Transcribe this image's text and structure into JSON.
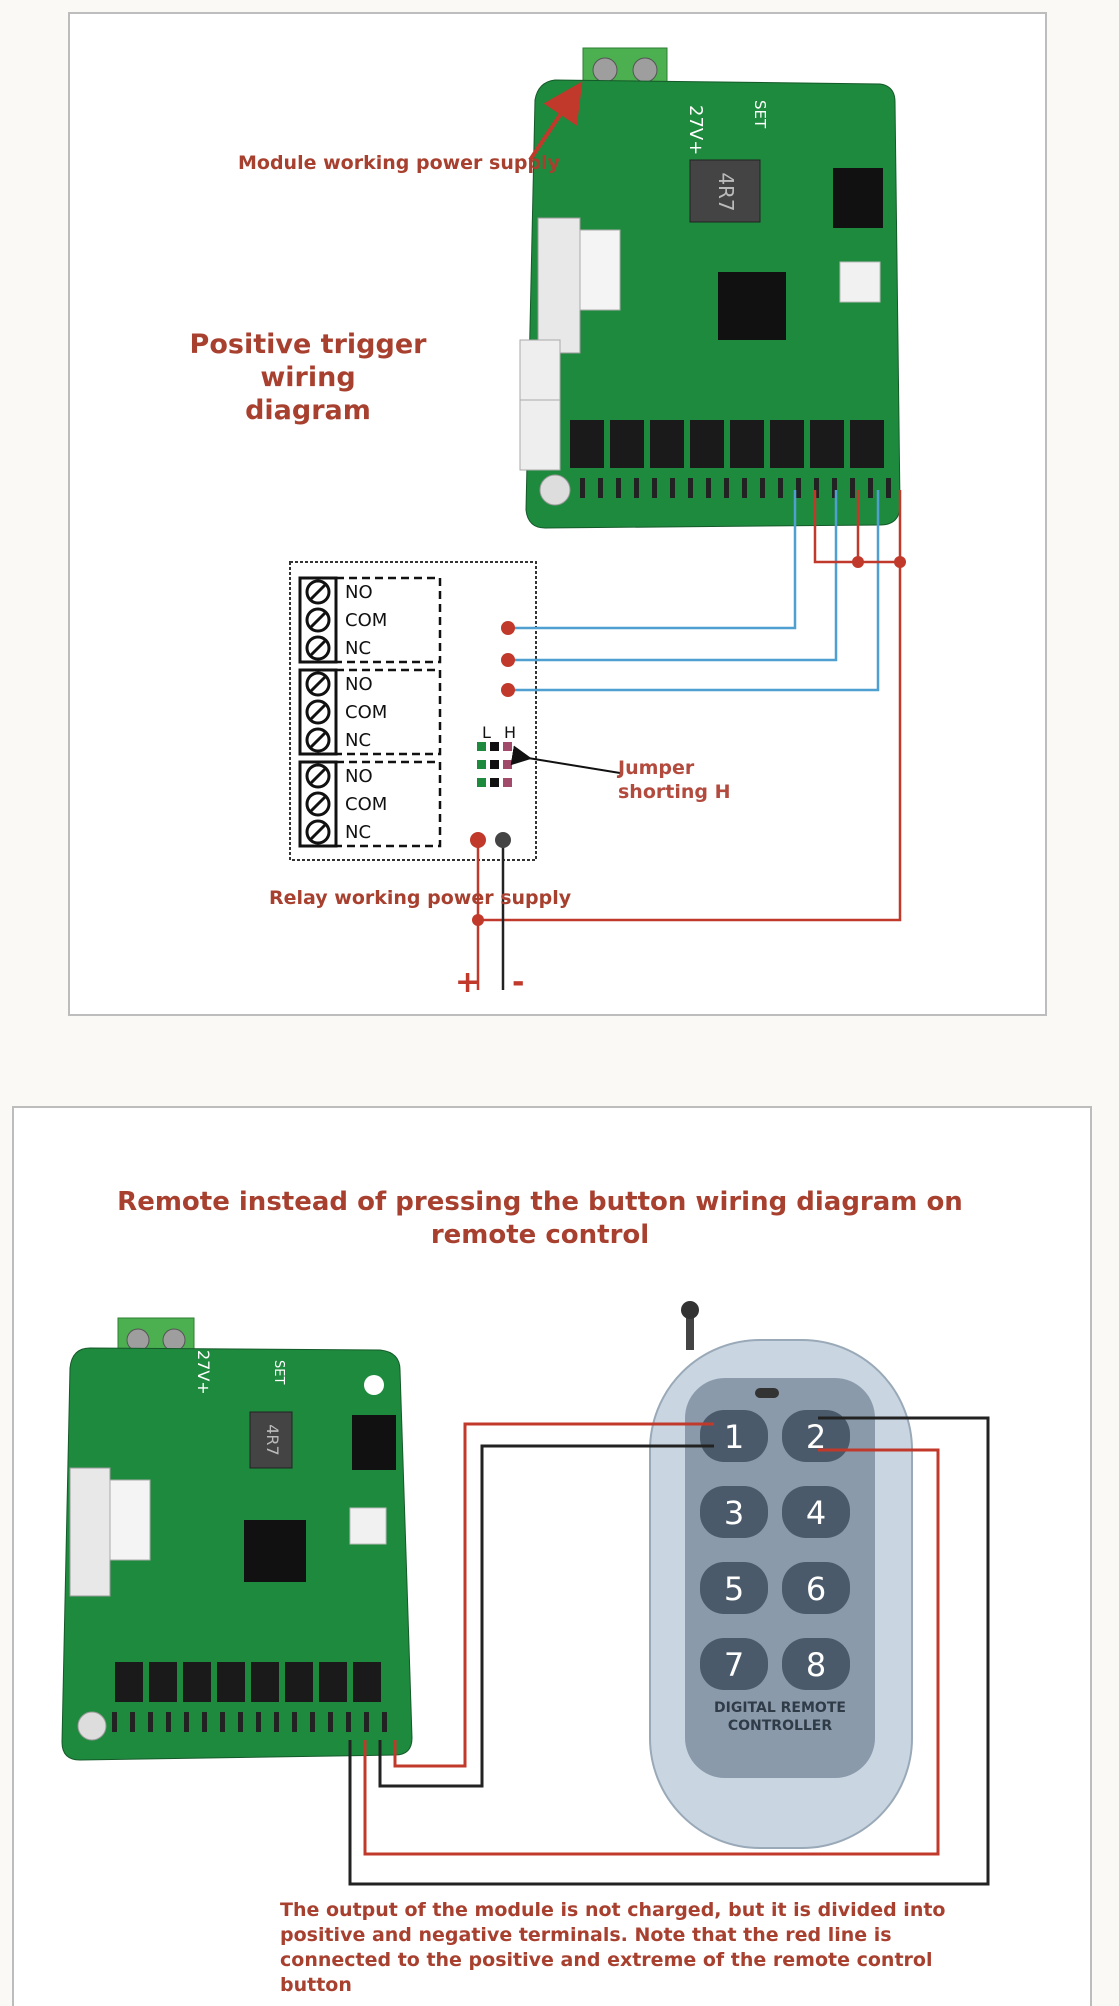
{
  "diagram1": {
    "title_line1": "Positive trigger wiring",
    "title_line2": "diagram",
    "module_power_label": "Module working power supply",
    "relay_power_label": "Relay working power supply",
    "jumper_label_line1": "Jumper",
    "jumper_label_line2": "shorting H",
    "jumper_L": "L",
    "jumper_H": "H",
    "relay_terminals": [
      "NO",
      "COM",
      "NC"
    ],
    "board_voltage": "27V+",
    "board_set": "SET",
    "board_inductor": "4R7",
    "plus": "+",
    "minus": "-"
  },
  "diagram2": {
    "title_line1": "Remote instead of pressing the button wiring diagram on",
    "title_line2": "remote control",
    "remote_buttons": [
      "1",
      "2",
      "3",
      "4",
      "5",
      "6",
      "7",
      "8"
    ],
    "remote_brand_line1": "DIGITAL REMOTE",
    "remote_brand_line2": "CONTROLLER",
    "board_voltage": "27V+",
    "board_set": "SET",
    "board_inductor": "4R7",
    "note_line1": "The output of the module is not charged, but it is divided into",
    "note_line2": "positive and negative terminals. Note that the red line is",
    "note_line3": "connected to the positive and extreme of the remote control",
    "note_line4": "button"
  },
  "colors": {
    "red_wire": "#c0392b",
    "blue_wire": "#4f9fd1",
    "black_wire": "#222222",
    "pcb_green": "#1e8a3e",
    "terminal_green": "#4caf50",
    "label_red": "#a8402f",
    "remote_body": "#c9d6e2",
    "remote_button": "#4b5a6a"
  }
}
